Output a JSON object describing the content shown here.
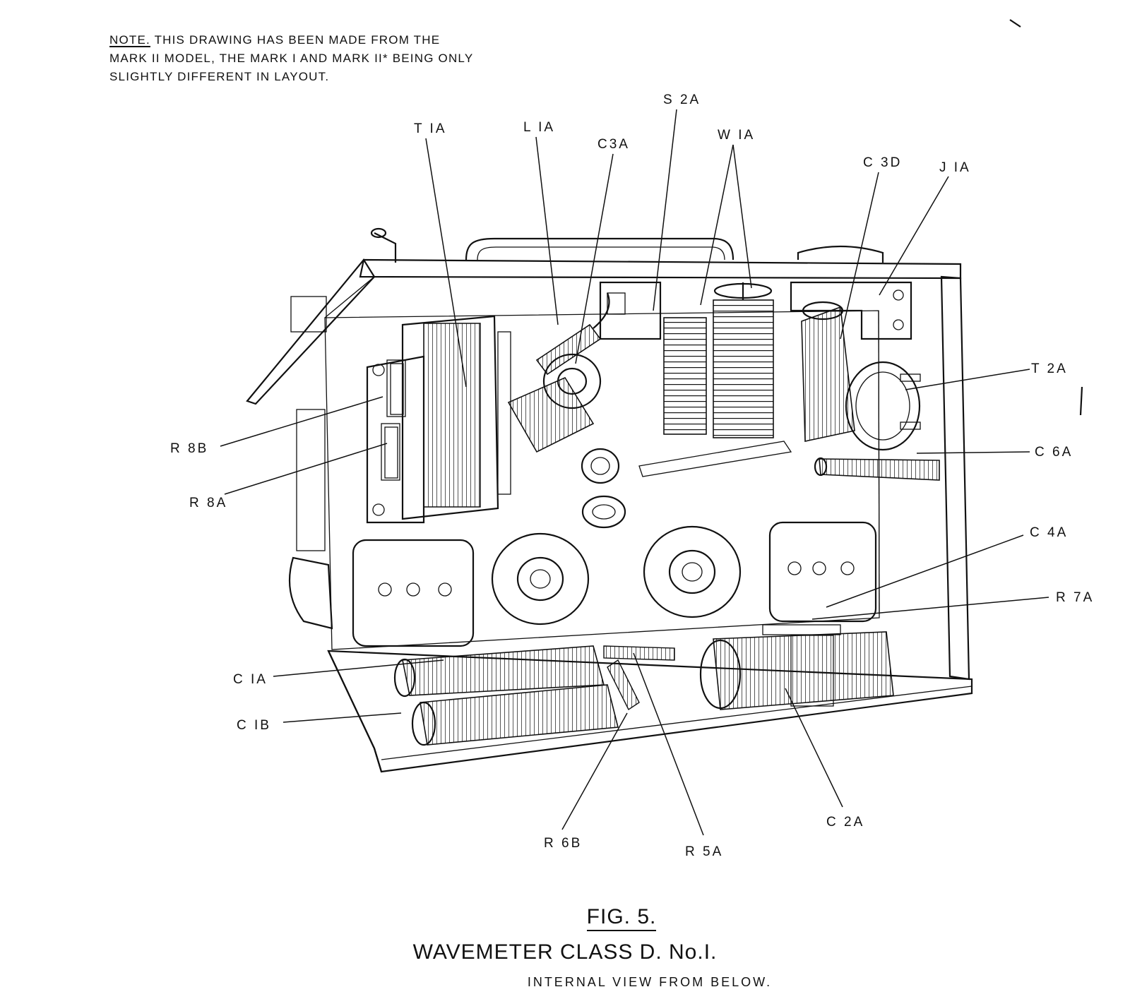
{
  "note": {
    "prefix": "NOTE.",
    "text": "THIS DRAWING HAS BEEN MADE FROM THE MARK II MODEL, THE MARK I AND MARK II* BEING ONLY SLIGHTLY DIFFERENT IN LAYOUT."
  },
  "labels": {
    "t1a": "T IA",
    "l1a": "L IA",
    "c3a": "C3A",
    "s2a": "S 2A",
    "w1a": "W IA",
    "c3d": "C 3D",
    "j1a": "J IA",
    "t2a": "T 2A",
    "c6a": "C 6A",
    "c4a": "C 4A",
    "r7a": "R 7A",
    "r8b": "R 8B",
    "r8a": "R 8A",
    "c1a": "C IA",
    "c1b": "C IB",
    "r6b": "R 6B",
    "r5a": "R 5A",
    "c2a": "C 2A"
  },
  "caption": {
    "figure": "FIG. 5.",
    "title": "WAVEMETER CLASS D. No.I.",
    "subtitle": "INTERNAL VIEW FROM BELOW."
  }
}
